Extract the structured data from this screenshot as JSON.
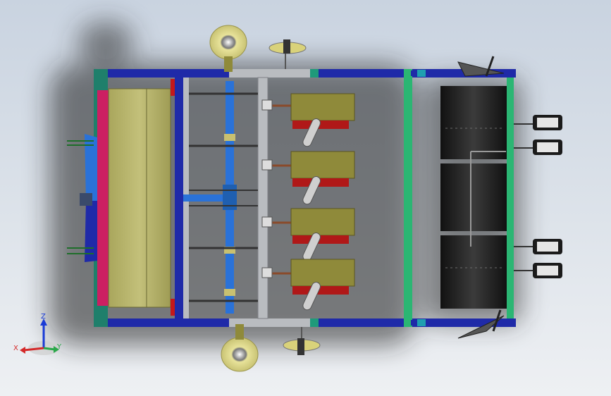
{
  "window": {
    "type": "cad-viewport",
    "view": "top",
    "background": "#d9dfe7"
  },
  "model": {
    "colors": {
      "frame_blue": "#1f2aa8",
      "frame_grey": "#b9bcc0",
      "accent_teal": "#1f7f6b",
      "accent_magenta": "#cc1f62",
      "hopper_olive": "#b7b46a",
      "seeder_olive": "#8f8a3a",
      "roller_black": "#1b1b1b",
      "green_bar": "#2bb673",
      "shaft_blue": "#2a72d8",
      "wheel_yellow": "#e8e39a",
      "red_part": "#b01818"
    },
    "seeder_units": 4,
    "side_wheels": 2,
    "rear_wheels": 4
  },
  "triad": {
    "z_label": "Z",
    "x_label": "X",
    "y_label": "Y",
    "z_color": "#1a3bd6",
    "x_color": "#d42a2a",
    "y_color": "#2aa84a"
  }
}
